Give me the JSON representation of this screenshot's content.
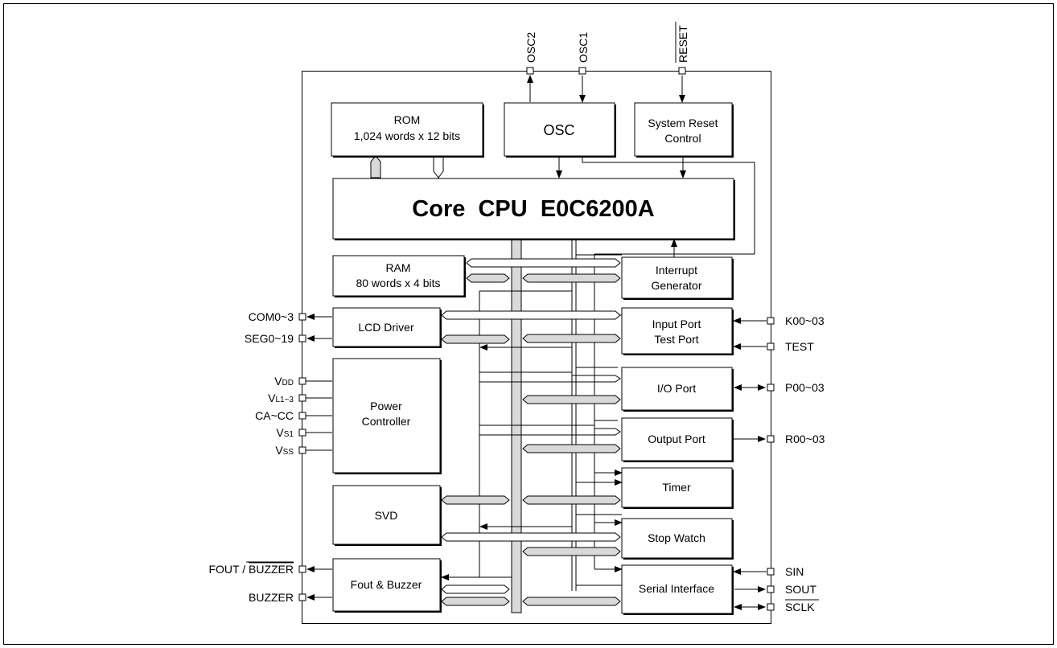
{
  "pins_top": {
    "osc2": "OSC2",
    "osc1": "OSC1",
    "reset": "RESET"
  },
  "blocks": {
    "rom": {
      "line1": "ROM",
      "line2": "1,024 words x 12 bits"
    },
    "osc": {
      "label": "OSC"
    },
    "system_reset": {
      "line1": "System Reset",
      "line2": "Control"
    },
    "core_cpu": {
      "label": "Core  CPU  E0C6200A"
    },
    "ram": {
      "line1": "RAM",
      "line2": "80 words x 4 bits"
    },
    "interrupt": {
      "line1": "Interrupt",
      "line2": "Generator"
    },
    "lcd_driver": {
      "label": "LCD Driver"
    },
    "input_port": {
      "line1": "Input Port",
      "line2": "Test Port"
    },
    "power_controller": {
      "line1": "Power",
      "line2": "Controller"
    },
    "io_port": {
      "label": "I/O Port"
    },
    "output_port": {
      "label": "Output Port"
    },
    "timer": {
      "label": "Timer"
    },
    "svd": {
      "label": "SVD"
    },
    "stop_watch": {
      "label": "Stop Watch"
    },
    "fout_buzzer": {
      "label": "Fout & Buzzer"
    },
    "serial_interface": {
      "label": "Serial Interface"
    }
  },
  "pins_left": {
    "com": "COM0~3",
    "seg": "SEG0~19",
    "vdd_main": "V",
    "vdd_sub": "DD",
    "vl_main": "V",
    "vl_sub": "L1~3",
    "ca_cc": "CA~CC",
    "vs1_main": "V",
    "vs1_sub": "S1",
    "vss_main": "V",
    "vss_sub": "SS",
    "fout_prefix": "FOUT / ",
    "fout_over": "BUZZER",
    "buzzer": "BUZZER"
  },
  "pins_right": {
    "k00": "K00~03",
    "test": "TEST",
    "p00": "P00~03",
    "r00": "R00~03",
    "sin": "SIN",
    "sout": "SOUT",
    "sclk": "SCLK"
  },
  "colors": {
    "line": "#000000",
    "bus_fill": "#d9d9d9",
    "shadow": "#000000",
    "background": "#ffffff"
  }
}
